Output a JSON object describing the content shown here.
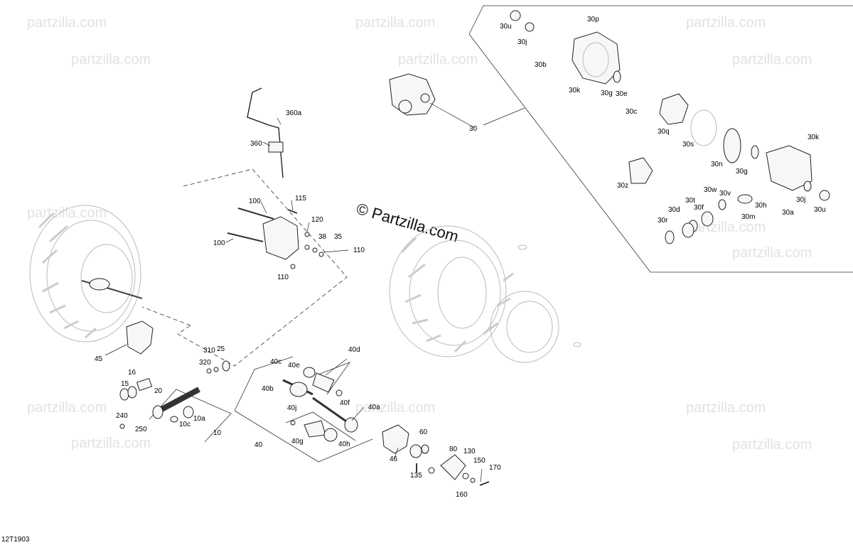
{
  "diagram_code": "12T1903",
  "watermark": {
    "brand": "partzilla.com",
    "center_text": "© Partzilla.com"
  },
  "callouts": {
    "c30": "30",
    "c30a": "30a",
    "c30b": "30b",
    "c30c": "30c",
    "c30d": "30d",
    "c30e": "30e",
    "c30f": "30f",
    "c30g_top": "30g",
    "c30g_bottom": "30g",
    "c30h": "30h",
    "c30j_top": "30j",
    "c30j_right": "30j",
    "c30k_top": "30k",
    "c30k_right": "30k",
    "c30m": "30m",
    "c30n": "30n",
    "c30p": "30p",
    "c30q": "30q",
    "c30r": "30r",
    "c30s": "30s",
    "c30t": "30t",
    "c30u_top": "30u",
    "c30u_right": "30u",
    "c30v": "30v",
    "c30w": "30w",
    "c30z": "30z",
    "c360a": "360a",
    "c360": "360",
    "c100_top": "100",
    "c100_bottom": "100",
    "c115": "115",
    "c120": "120",
    "c38": "38",
    "c35": "35",
    "c110_right": "110",
    "c110_bottom": "110",
    "c45": "45",
    "c310": "310",
    "c25": "25",
    "c320": "320",
    "c16": "16",
    "c15": "15",
    "c20": "20",
    "c10a": "10a",
    "c10c": "10c",
    "c10": "10",
    "c240": "240",
    "c250": "250",
    "c40c": "40c",
    "c40e": "40e",
    "c40d": "40d",
    "c40b": "40b",
    "c40f": "40f",
    "c40j": "40j",
    "c40a": "40a",
    "c40g": "40g",
    "c40h": "40h",
    "c40": "40",
    "c46": "46",
    "c60": "60",
    "c80": "80",
    "c130": "130",
    "c150": "150",
    "c170": "170",
    "c135": "135",
    "c160": "160"
  }
}
